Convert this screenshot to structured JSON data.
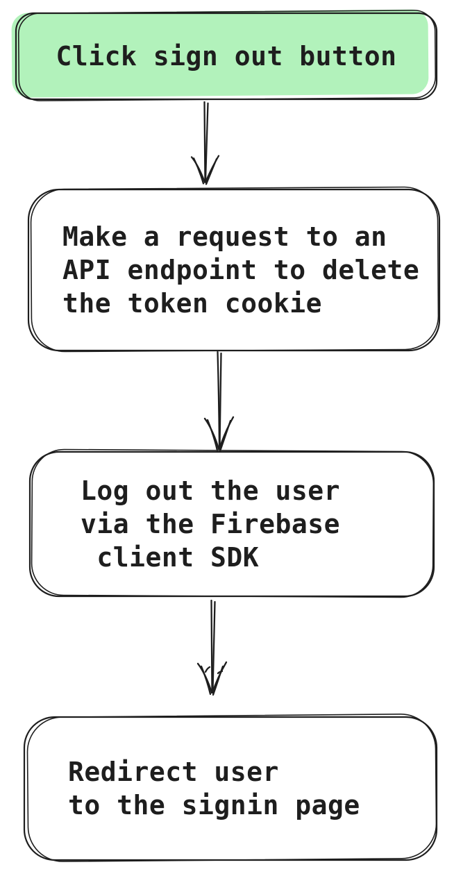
{
  "colors": {
    "stroke": "#1e1e1e",
    "text": "#1e1e1e",
    "start_node_fill": "#b2f2bb",
    "node_fill": "#ffffff",
    "background": "#ffffff"
  },
  "nodes": [
    {
      "id": "click-sign-out-button",
      "kind": "start",
      "lines": [
        "Click sign out button"
      ]
    },
    {
      "id": "delete-token-cookie-request",
      "kind": "process",
      "lines": [
        "Make a request to an",
        "API endpoint to delete",
        "the token cookie"
      ]
    },
    {
      "id": "firebase-client-logout",
      "kind": "process",
      "lines": [
        "Log out the user",
        "via the Firebase",
        " client SDK"
      ]
    },
    {
      "id": "redirect-to-signin",
      "kind": "process",
      "lines": [
        "Redirect user",
        "to the signin page"
      ]
    }
  ],
  "edges": [
    {
      "from": "click-sign-out-button",
      "to": "delete-token-cookie-request",
      "direction": "down"
    },
    {
      "from": "delete-token-cookie-request",
      "to": "firebase-client-logout",
      "direction": "down"
    },
    {
      "from": "firebase-client-logout",
      "to": "redirect-to-signin",
      "direction": "down"
    }
  ]
}
